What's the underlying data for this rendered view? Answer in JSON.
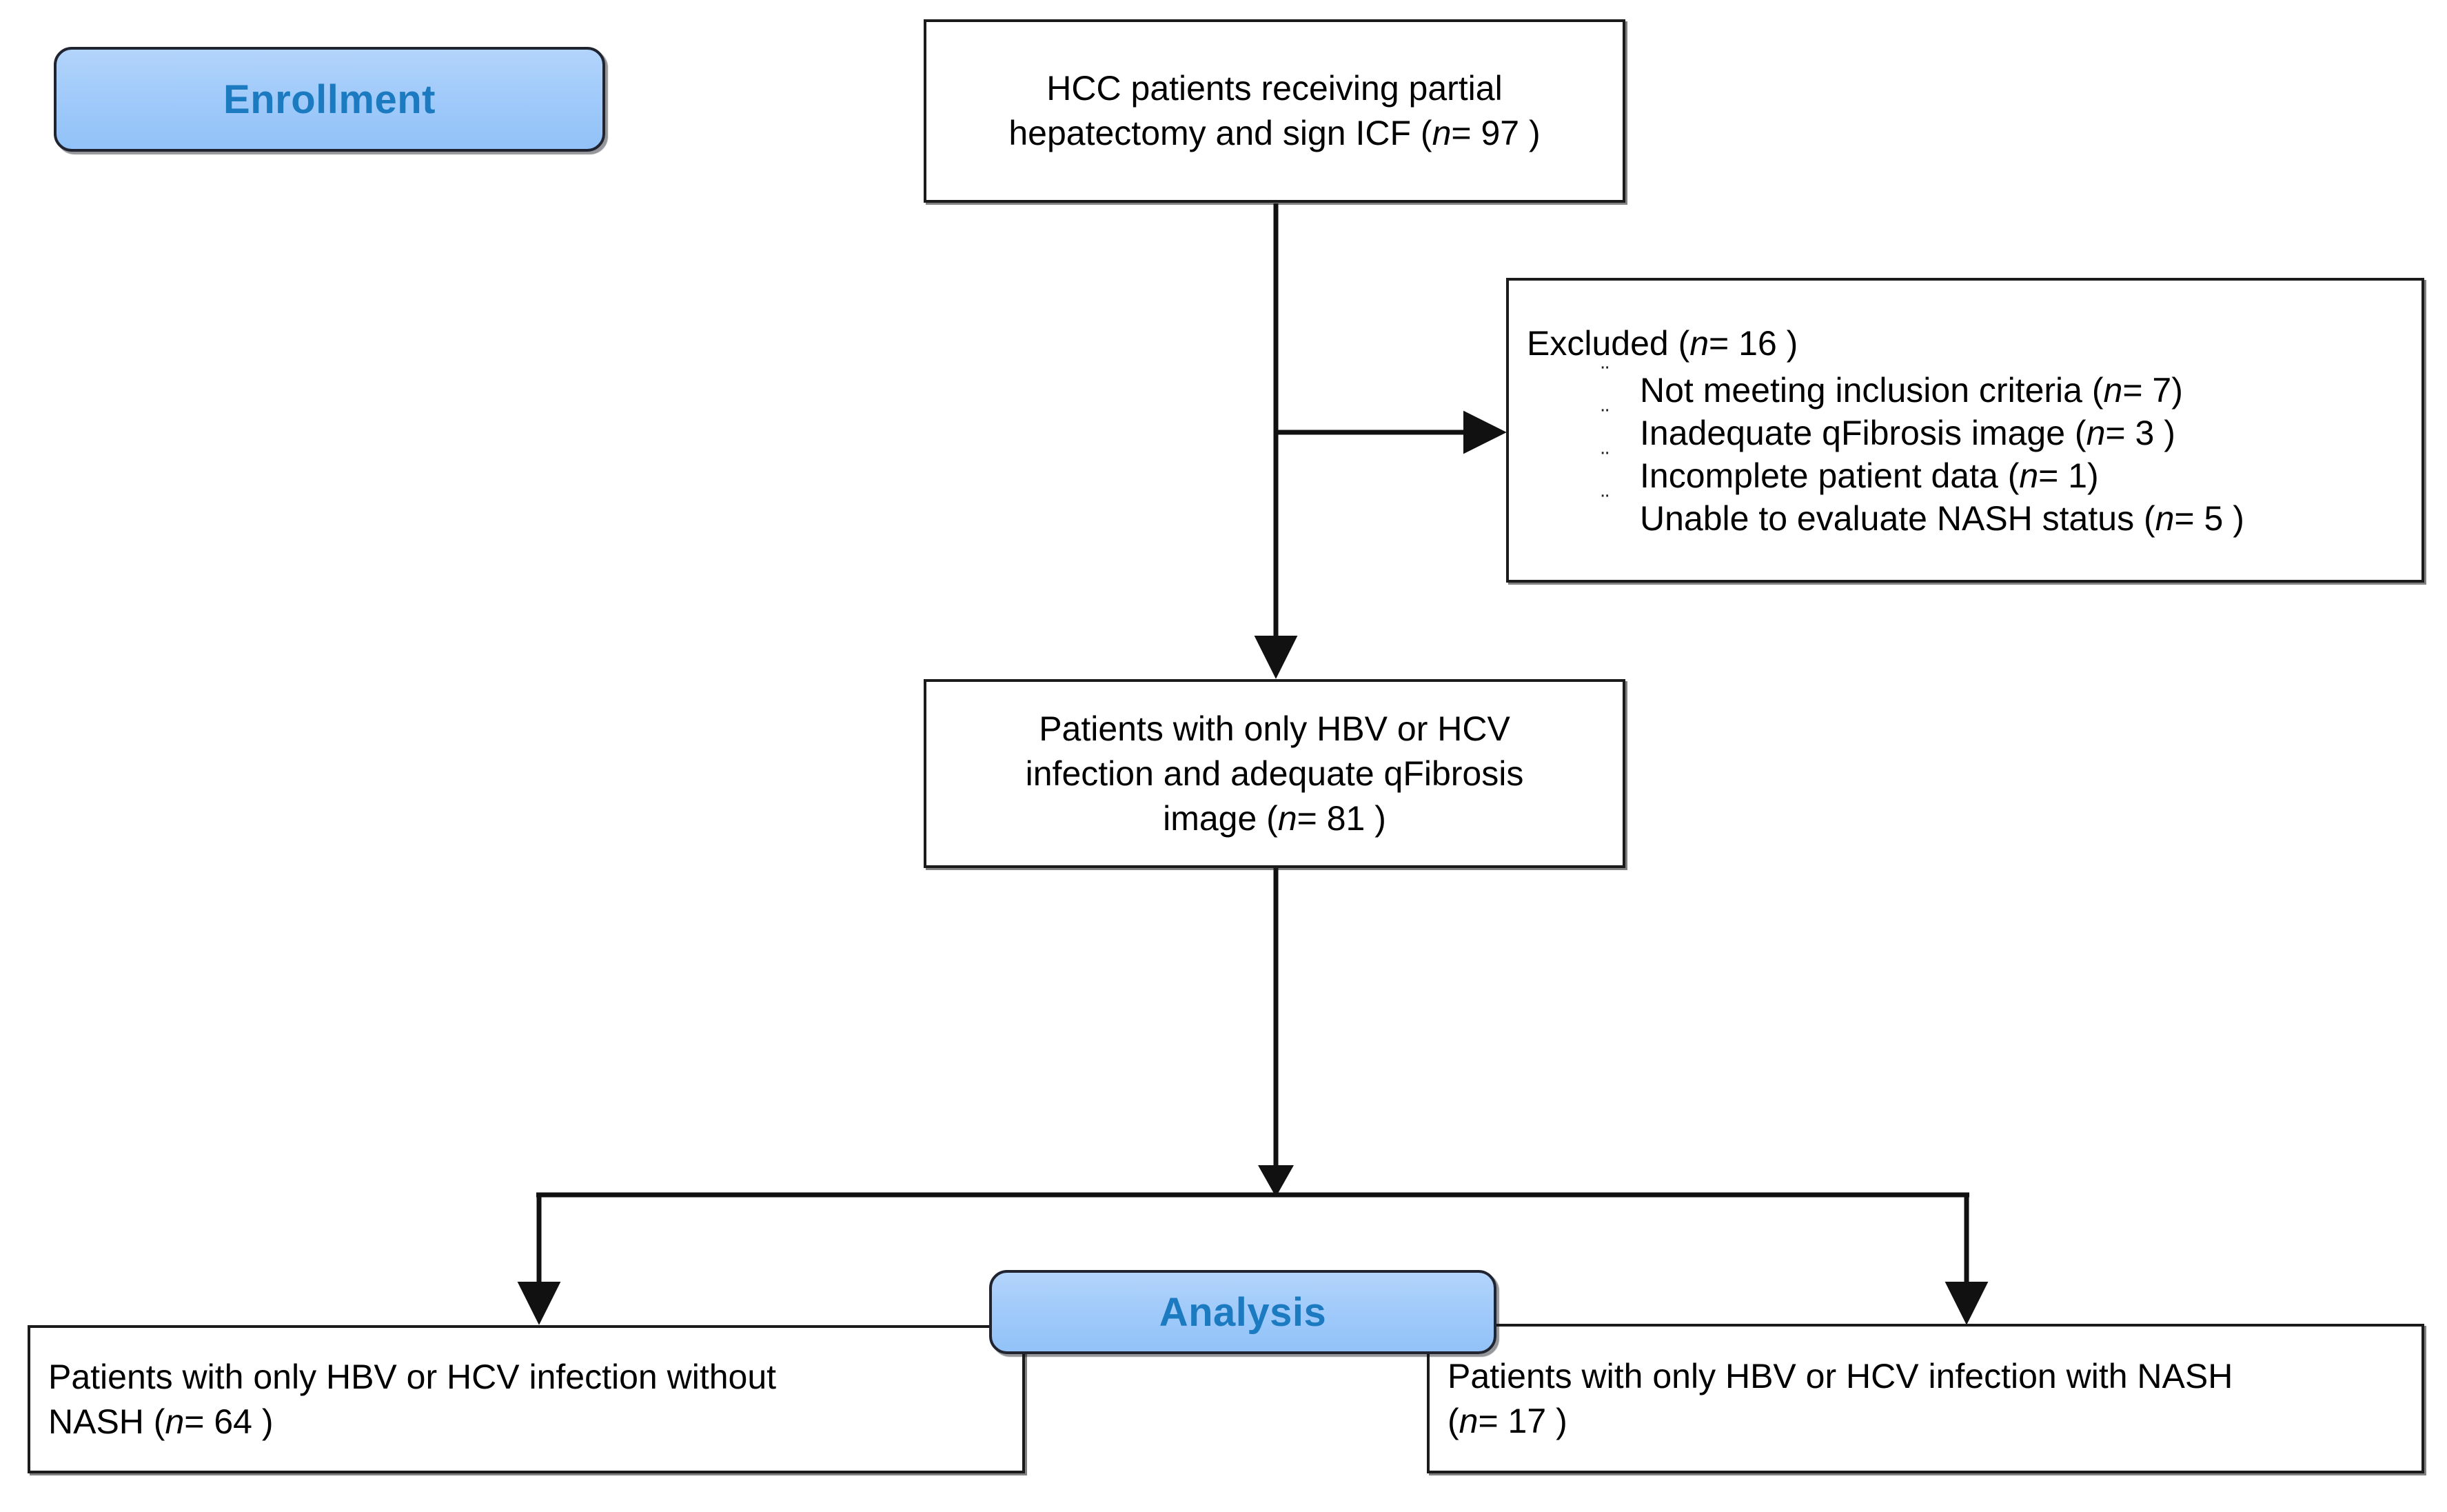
{
  "figure": {
    "type": "consort-flow-diagram",
    "stages": [
      {
        "id": "enrollment",
        "label": "Enrollment",
        "color": "#1b7ac0",
        "fill": "#9ec9fa"
      },
      {
        "id": "analysis",
        "label": "Analysis",
        "color": "#1b7ac0",
        "fill": "#9ec9fa"
      }
    ]
  },
  "nodes": {
    "enrolled": {
      "line1": "HCC patients receiving partial",
      "line2_pre": "hepatectomy and sign ICF (",
      "line2_n": "n",
      "line2_post": "= 97 )",
      "count": 97
    },
    "excluded": {
      "title_pre": "Excluded  (",
      "title_n": "n",
      "title_post": "= 16 )",
      "count": 16,
      "bullet_glyph": "¨",
      "reasons": [
        {
          "text_pre": "Not meeting inclusion criteria (",
          "n": "n",
          "text_post": "= 7)",
          "count": 7
        },
        {
          "text_pre": "Inadequate qFibrosis image (",
          "n": "n",
          "text_post": "= 3 )",
          "count": 3
        },
        {
          "text_pre": "Incomplete patient data (",
          "n": "n",
          "text_post": "= 1)",
          "count": 1
        },
        {
          "text_pre": "Unable to evaluate NASH status (",
          "n": "n",
          "text_post": "= 5 )",
          "count": 5
        }
      ]
    },
    "included": {
      "line1": "Patients with only HBV or HCV",
      "line2": "infection and adequate qFibrosis",
      "line3_pre": "image (",
      "line3_n": "n",
      "line3_post": "= 81 )",
      "count": 81
    },
    "arm_left": {
      "line1": "Patients with only HBV or HCV infection  without",
      "line2_pre": "NASH (",
      "line2_n": "n",
      "line2_post": "= 64 )",
      "count": 64
    },
    "arm_right": {
      "line1": "Patients with only HBV or HCV infection with NASH",
      "line2_pre": "(",
      "line2_n": "n",
      "line2_post": "= 17 )",
      "count": 17
    }
  },
  "connectors": {
    "enrolled_to_included": "vertical-arrow-down",
    "enrolled_to_excluded": "horizontal-arrow-right",
    "included_to_arms": "split-tee-two-arrows-down"
  }
}
